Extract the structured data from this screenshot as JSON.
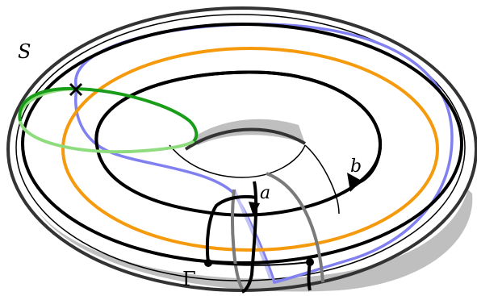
{
  "labels": {
    "surface": "S",
    "curve_a": "a",
    "curve_b": "b",
    "graph": "Γ"
  },
  "colors": {
    "outline": "#000000",
    "shadow": "#bfbfbf",
    "green": "#1a9e1a",
    "light_green": "#8fdc7f",
    "orange": "#f59a0c",
    "blue": "#8080f0",
    "light_blue": "#c4c4f4",
    "gray_loop": "#7a7a7a"
  },
  "marks": {
    "intersection": "cross-mark",
    "vertices": 2
  }
}
